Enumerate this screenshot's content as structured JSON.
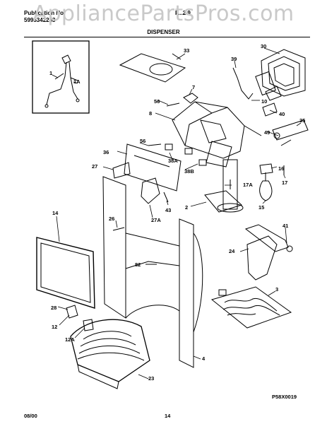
{
  "header": {
    "publication_label": "Publication No.",
    "publication_number": "5995342283",
    "model_number_partial": "F...2.9"
  },
  "watermark": "AppliancePartsPros.com",
  "page_title": "DISPENSER",
  "diagram_code": "P58X0019",
  "footer": {
    "date": "08/00",
    "page": "14"
  },
  "callouts": {
    "c1": "1",
    "c1A": "1A",
    "c2": "2",
    "c3": "3",
    "c4": "4",
    "c7": "7",
    "c8": "8",
    "c10": "10",
    "c12": "12",
    "c12A": "12A",
    "c14": "14",
    "c15": "15",
    "c16": "16",
    "c17": "17",
    "c17A": "17A",
    "c23": "23",
    "c24": "24",
    "c26": "26",
    "c27": "27",
    "c27A": "27A",
    "c28": "28",
    "c30": "30",
    "c33": "33",
    "c35": "35",
    "c36": "36",
    "c38A": "38A",
    "c38B": "38B",
    "c39": "39",
    "c40": "40",
    "c41": "41",
    "c43": "43",
    "c49": "49",
    "c56a": "56",
    "c56b": "56",
    "c82": "82"
  }
}
